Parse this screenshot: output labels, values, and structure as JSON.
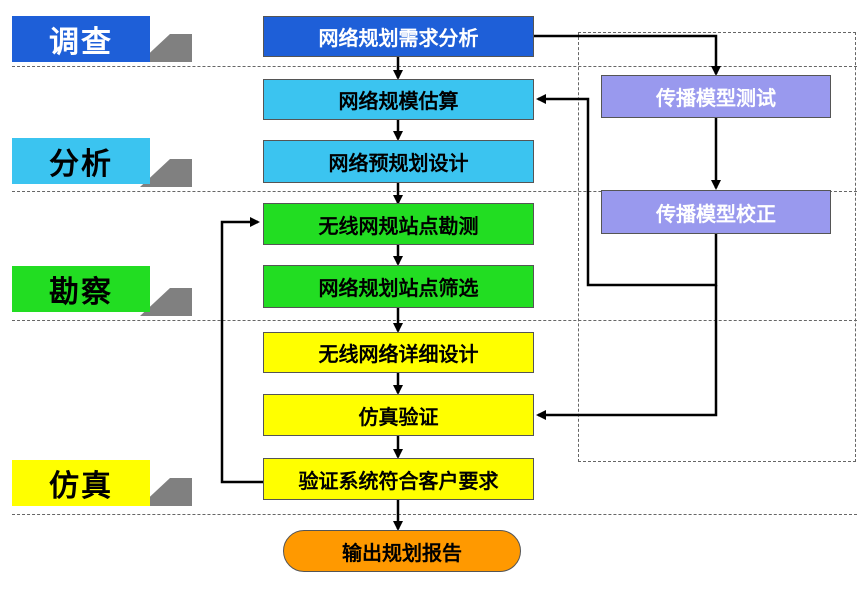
{
  "stages": {
    "survey": "调查",
    "analysis": "分析",
    "site_survey": "勘察",
    "simulation": "仿真"
  },
  "main_flow": {
    "requirement_analysis": "网络规划需求分析",
    "scale_estimation": "网络规模估算",
    "pre_planning_design": "网络预规划设计",
    "wireless_site_survey": "无线网规站点勘测",
    "site_screening": "网络规划站点筛选",
    "detailed_design": "无线网络详细设计",
    "simulation_verification": "仿真验证",
    "customer_requirement_check": "验证系统符合客户要求",
    "output_report": "输出规划报告"
  },
  "side_flow": {
    "propagation_model_test": "传播模型测试",
    "propagation_model_calibration": "传播模型校正"
  },
  "colors": {
    "survey": "#1e5fd8",
    "analysis": "#3bc4f0",
    "site_survey": "#22dd22",
    "simulation": "#ffff00",
    "side": "#9999ee",
    "output": "#ff9900"
  }
}
